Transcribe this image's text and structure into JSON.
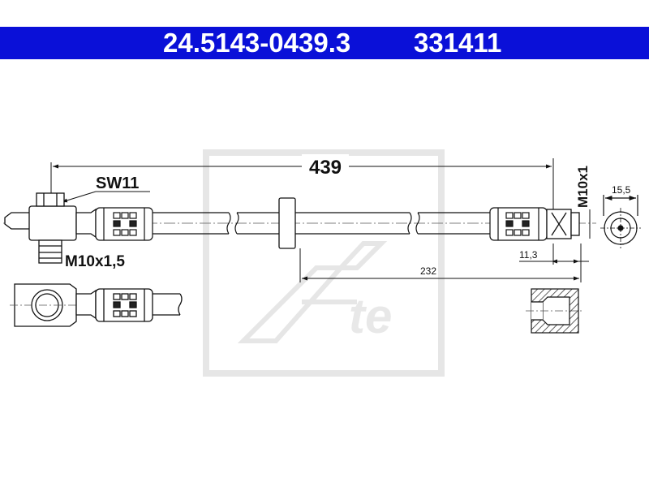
{
  "header": {
    "part_number": "24.5143-0439.3",
    "ref_number": "331411",
    "background": "#0a10d8",
    "text_color": "#ffffff"
  },
  "drawing": {
    "length": "439",
    "wrench_size": "SW11",
    "thread_left": "M10x1,5",
    "thread_right": "M10x1",
    "diameter": "15,5",
    "fitting_length": "11,3",
    "bracket_distance": "232"
  }
}
